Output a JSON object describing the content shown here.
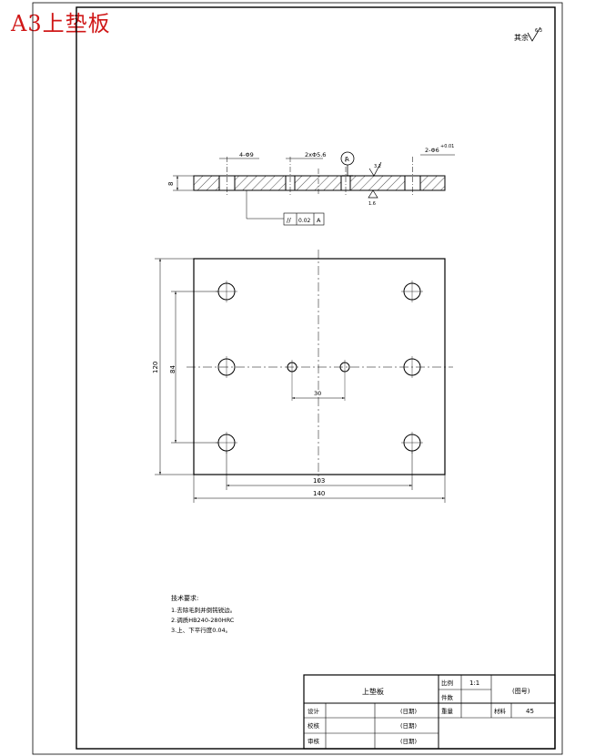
{
  "page_title": "A3上垫板",
  "roughness_symbol": "其余",
  "roughness_value": "6.3",
  "section_view": {
    "thickness_dim": "8",
    "hole_callout_left": "4-Φ9",
    "hole_callout_mid": "2xΦ5.6",
    "hole_callout_right": "2-Φ6",
    "hole_tolerance": "+0.01",
    "datum_label": "A",
    "surface_roughness_top": "3.2",
    "surface_roughness_bottom": "1.6",
    "tolerance_symbol": "//",
    "tolerance_value": "0.02",
    "tolerance_datum": "A"
  },
  "plan_view": {
    "dim_height_outer": "120",
    "dim_height_inner": "84",
    "dim_hole_spacing": "30",
    "dim_width_inner": "103",
    "dim_width_outer": "140"
  },
  "tech_requirements": {
    "heading": "技术要求:",
    "items": [
      "1.去除毛刺并倒钝锐边。",
      "2.调质HB240-280HRC",
      "3.上、下平行度0.04。"
    ]
  },
  "title_block": {
    "part_name": "上垫板",
    "scale_label": "比例",
    "scale_value": "1:1",
    "qty_label": "件数",
    "drawing_no": "(图号)",
    "designer_label": "设计",
    "checker_label": "校核",
    "reviewer_label": "审核",
    "date_placeholder": "(日期)",
    "weight_label": "重量",
    "material_label": "材料",
    "material_value": "45"
  }
}
